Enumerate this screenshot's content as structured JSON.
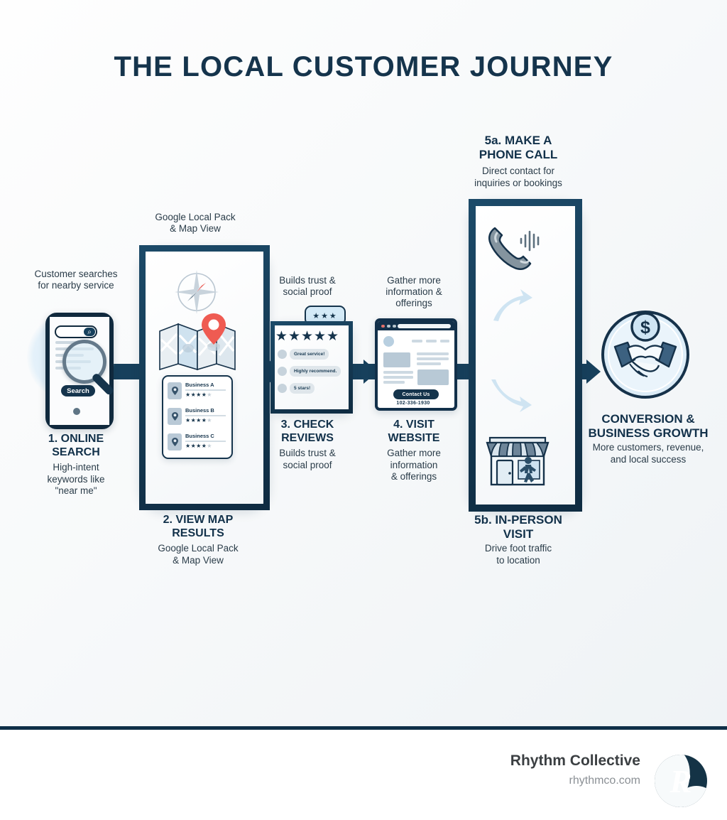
{
  "title": "THE LOCAL CUSTOMER JOURNEY",
  "colors": {
    "navy": "#12314a",
    "teal": "#17405c",
    "light_blue": "#d4eaf7",
    "red_pin": "#ef5b52",
    "text": "#2a3c49"
  },
  "steps": [
    {
      "id": "online-search",
      "caption": "Customer searches\nfor nearby service",
      "title": "1. ONLINE\nSEARCH",
      "subtitle": "High-intent\nkeywords like\n\"near me\"",
      "search_button": "Search"
    },
    {
      "id": "view-map-results",
      "caption": "Google Local Pack\n& Map View",
      "title": "2. VIEW MAP\nRESULTS",
      "subtitle": "Google Local Pack\n& Map View",
      "listings": [
        {
          "name": "Business A",
          "stars_filled": 4,
          "stars_total": 5
        },
        {
          "name": "Business B",
          "stars_filled": 4,
          "stars_total": 5
        },
        {
          "name": "Business C",
          "stars_filled": 4,
          "stars_total": 5
        }
      ]
    },
    {
      "id": "check-reviews",
      "caption": "Builds trust &\nsocial proof",
      "title": "3. CHECK\nREVIEWS",
      "subtitle": "Builds trust &\nsocial proof",
      "bubble_stars": "★★★",
      "rating_stars": "★★★★★",
      "reviews": [
        "Great service!",
        "Highly recommend.",
        "5 stars!"
      ]
    },
    {
      "id": "visit-website",
      "caption": "Gather more\ninformation &\nofferings",
      "title": "4. VISIT\nWEBSITE",
      "subtitle": "Gather more\ninformation\n& offerings",
      "contact_button": "Contact Us",
      "phone_number": "102-336-1930"
    },
    {
      "id": "make-phone-call",
      "title": "5a. MAKE A\nPHONE CALL",
      "subtitle": "Direct contact for\ninquiries or bookings"
    },
    {
      "id": "in-person-visit",
      "title": "5b. IN-PERSON\nVISIT",
      "subtitle": "Drive foot traffic\nto location"
    },
    {
      "id": "conversion",
      "title": "CONVERSION &\nBUSINESS GROWTH",
      "subtitle": "More customers, revenue,\nand local success"
    }
  ],
  "footer": {
    "brand": "Rhythm Collective",
    "url": "rhythmco.com",
    "logo_letter": "R"
  }
}
